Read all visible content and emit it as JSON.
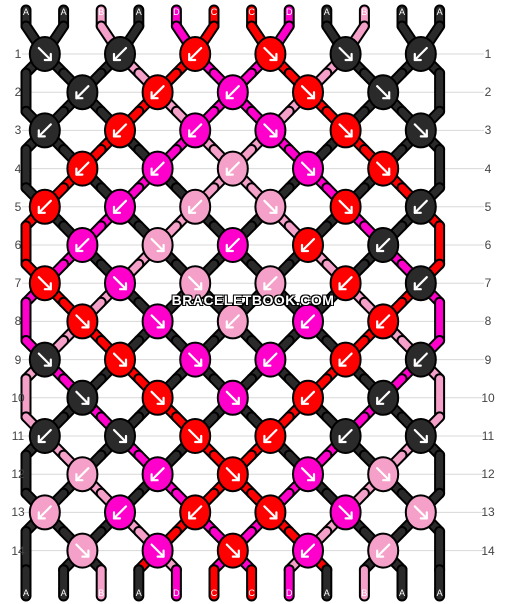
{
  "watermark": "BRACELETBOOK.COM",
  "colors": {
    "A": "#2a2a2a",
    "B": "#f4a0c8",
    "C": "#ff0000",
    "D": "#ff00cc"
  },
  "strings_top": [
    "A",
    "A",
    "B",
    "A",
    "D",
    "C",
    "C",
    "D",
    "A",
    "B",
    "A",
    "A"
  ],
  "strings_bottom": [
    "A",
    "A",
    "B",
    "A",
    "D",
    "C",
    "C",
    "D",
    "A",
    "B",
    "A",
    "A"
  ],
  "row_labels": [
    "1",
    "2",
    "3",
    "4",
    "5",
    "6",
    "7",
    "8",
    "9",
    "10",
    "11",
    "12",
    "13",
    "14"
  ],
  "knots": [
    [
      {
        "c": "A",
        "d": "r"
      },
      {
        "c": "A",
        "d": "l"
      },
      {
        "c": "C",
        "d": "l"
      },
      {
        "c": "C",
        "d": "r"
      },
      {
        "c": "A",
        "d": "r"
      },
      {
        "c": "A",
        "d": "l"
      }
    ],
    [
      {
        "c": "A",
        "d": "l"
      },
      {
        "c": "C",
        "d": "l"
      },
      {
        "c": "D",
        "d": "l"
      },
      {
        "c": "C",
        "d": "r"
      },
      {
        "c": "A",
        "d": "r"
      }
    ],
    [
      {
        "c": "A",
        "d": "l"
      },
      {
        "c": "C",
        "d": "l"
      },
      {
        "c": "D",
        "d": "l"
      },
      {
        "c": "D",
        "d": "r"
      },
      {
        "c": "C",
        "d": "r"
      },
      {
        "c": "A",
        "d": "r"
      }
    ],
    [
      {
        "c": "C",
        "d": "l"
      },
      {
        "c": "D",
        "d": "l"
      },
      {
        "c": "B",
        "d": "l"
      },
      {
        "c": "D",
        "d": "r"
      },
      {
        "c": "C",
        "d": "r"
      }
    ],
    [
      {
        "c": "C",
        "d": "l"
      },
      {
        "c": "D",
        "d": "l"
      },
      {
        "c": "B",
        "d": "l"
      },
      {
        "c": "B",
        "d": "r"
      },
      {
        "c": "C",
        "d": "r"
      },
      {
        "c": "A",
        "d": "l"
      }
    ],
    [
      {
        "c": "D",
        "d": "l"
      },
      {
        "c": "B",
        "d": "r"
      },
      {
        "c": "D",
        "d": "l"
      },
      {
        "c": "C",
        "d": "l"
      },
      {
        "c": "A",
        "d": "l"
      }
    ],
    [
      {
        "c": "C",
        "d": "r"
      },
      {
        "c": "D",
        "d": "r"
      },
      {
        "c": "B",
        "d": "r"
      },
      {
        "c": "B",
        "d": "l"
      },
      {
        "c": "C",
        "d": "l"
      },
      {
        "c": "A",
        "d": "l"
      }
    ],
    [
      {
        "c": "C",
        "d": "r"
      },
      {
        "c": "D",
        "d": "r"
      },
      {
        "c": "B",
        "d": "l"
      },
      {
        "c": "D",
        "d": "l"
      },
      {
        "c": "C",
        "d": "l"
      }
    ],
    [
      {
        "c": "A",
        "d": "r"
      },
      {
        "c": "C",
        "d": "r"
      },
      {
        "c": "D",
        "d": "r"
      },
      {
        "c": "D",
        "d": "l"
      },
      {
        "c": "C",
        "d": "l"
      },
      {
        "c": "A",
        "d": "l"
      }
    ],
    [
      {
        "c": "A",
        "d": "r"
      },
      {
        "c": "C",
        "d": "r"
      },
      {
        "c": "D",
        "d": "r"
      },
      {
        "c": "C",
        "d": "l"
      },
      {
        "c": "A",
        "d": "l"
      }
    ],
    [
      {
        "c": "A",
        "d": "l"
      },
      {
        "c": "A",
        "d": "r"
      },
      {
        "c": "C",
        "d": "r"
      },
      {
        "c": "C",
        "d": "l"
      },
      {
        "c": "A",
        "d": "l"
      },
      {
        "c": "A",
        "d": "r"
      }
    ],
    [
      {
        "c": "B",
        "d": "l"
      },
      {
        "c": "D",
        "d": "l"
      },
      {
        "c": "C",
        "d": "r"
      },
      {
        "c": "D",
        "d": "r"
      },
      {
        "c": "B",
        "d": "r"
      }
    ],
    [
      {
        "c": "B",
        "d": "l"
      },
      {
        "c": "D",
        "d": "l"
      },
      {
        "c": "C",
        "d": "l"
      },
      {
        "c": "C",
        "d": "r"
      },
      {
        "c": "D",
        "d": "r"
      },
      {
        "c": "B",
        "d": "r"
      }
    ],
    [
      {
        "c": "B",
        "d": "r"
      },
      {
        "c": "D",
        "d": "r"
      },
      {
        "c": "C",
        "d": "r"
      },
      {
        "c": "D",
        "d": "l"
      },
      {
        "c": "B",
        "d": "l"
      }
    ]
  ]
}
